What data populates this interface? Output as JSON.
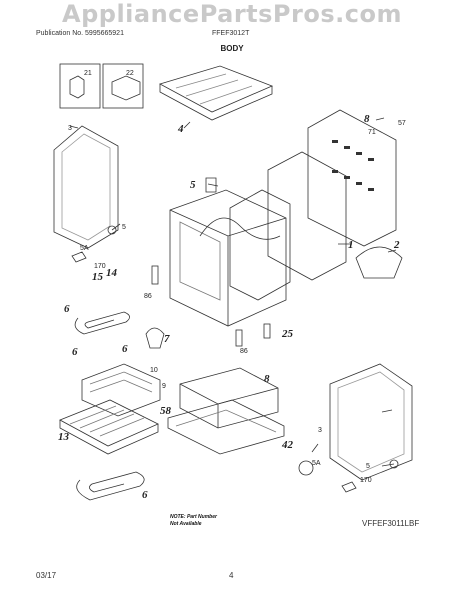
{
  "watermark": "AppliancePartsPros.com",
  "header": {
    "publication": "Publication No. 5995665921",
    "model": "FFEF3012T",
    "section": "BODY"
  },
  "footer": {
    "date": "03/17",
    "page": "4"
  },
  "diagram_code": "VFFEF3011LBF",
  "note": {
    "line1": "NOTE: Part Number",
    "line2": "Not Available"
  },
  "callouts": [
    {
      "id": "c21",
      "text": "21"
    },
    {
      "id": "c22",
      "text": "22"
    },
    {
      "id": "c3a",
      "text": "3"
    },
    {
      "id": "c4",
      "text": "4"
    },
    {
      "id": "c8",
      "text": "8"
    },
    {
      "id": "c57",
      "text": "57"
    },
    {
      "id": "c71",
      "text": "71"
    },
    {
      "id": "c5a",
      "text": "5"
    },
    {
      "id": "c5b",
      "text": "5"
    },
    {
      "id": "c1",
      "text": "1"
    },
    {
      "id": "c2",
      "text": "2"
    },
    {
      "id": "c5aa",
      "text": "5A"
    },
    {
      "id": "c170a",
      "text": "170"
    },
    {
      "id": "c15",
      "text": "15"
    },
    {
      "id": "c14",
      "text": "14"
    },
    {
      "id": "c86a",
      "text": "86"
    },
    {
      "id": "c86b",
      "text": "86"
    },
    {
      "id": "c6a",
      "text": "6"
    },
    {
      "id": "c6b",
      "text": "6"
    },
    {
      "id": "c6c",
      "text": "6"
    },
    {
      "id": "c7",
      "text": "7"
    },
    {
      "id": "c25",
      "text": "25"
    },
    {
      "id": "c10",
      "text": "10"
    },
    {
      "id": "c9",
      "text": "9"
    },
    {
      "id": "c8b",
      "text": "8"
    },
    {
      "id": "c58",
      "text": "58"
    },
    {
      "id": "c42",
      "text": "42"
    },
    {
      "id": "c13",
      "text": "13"
    },
    {
      "id": "c6d",
      "text": "6"
    },
    {
      "id": "c3b",
      "text": "3"
    },
    {
      "id": "c5ab",
      "text": "5A"
    },
    {
      "id": "c5c",
      "text": "5"
    },
    {
      "id": "c170b",
      "text": "170"
    }
  ]
}
